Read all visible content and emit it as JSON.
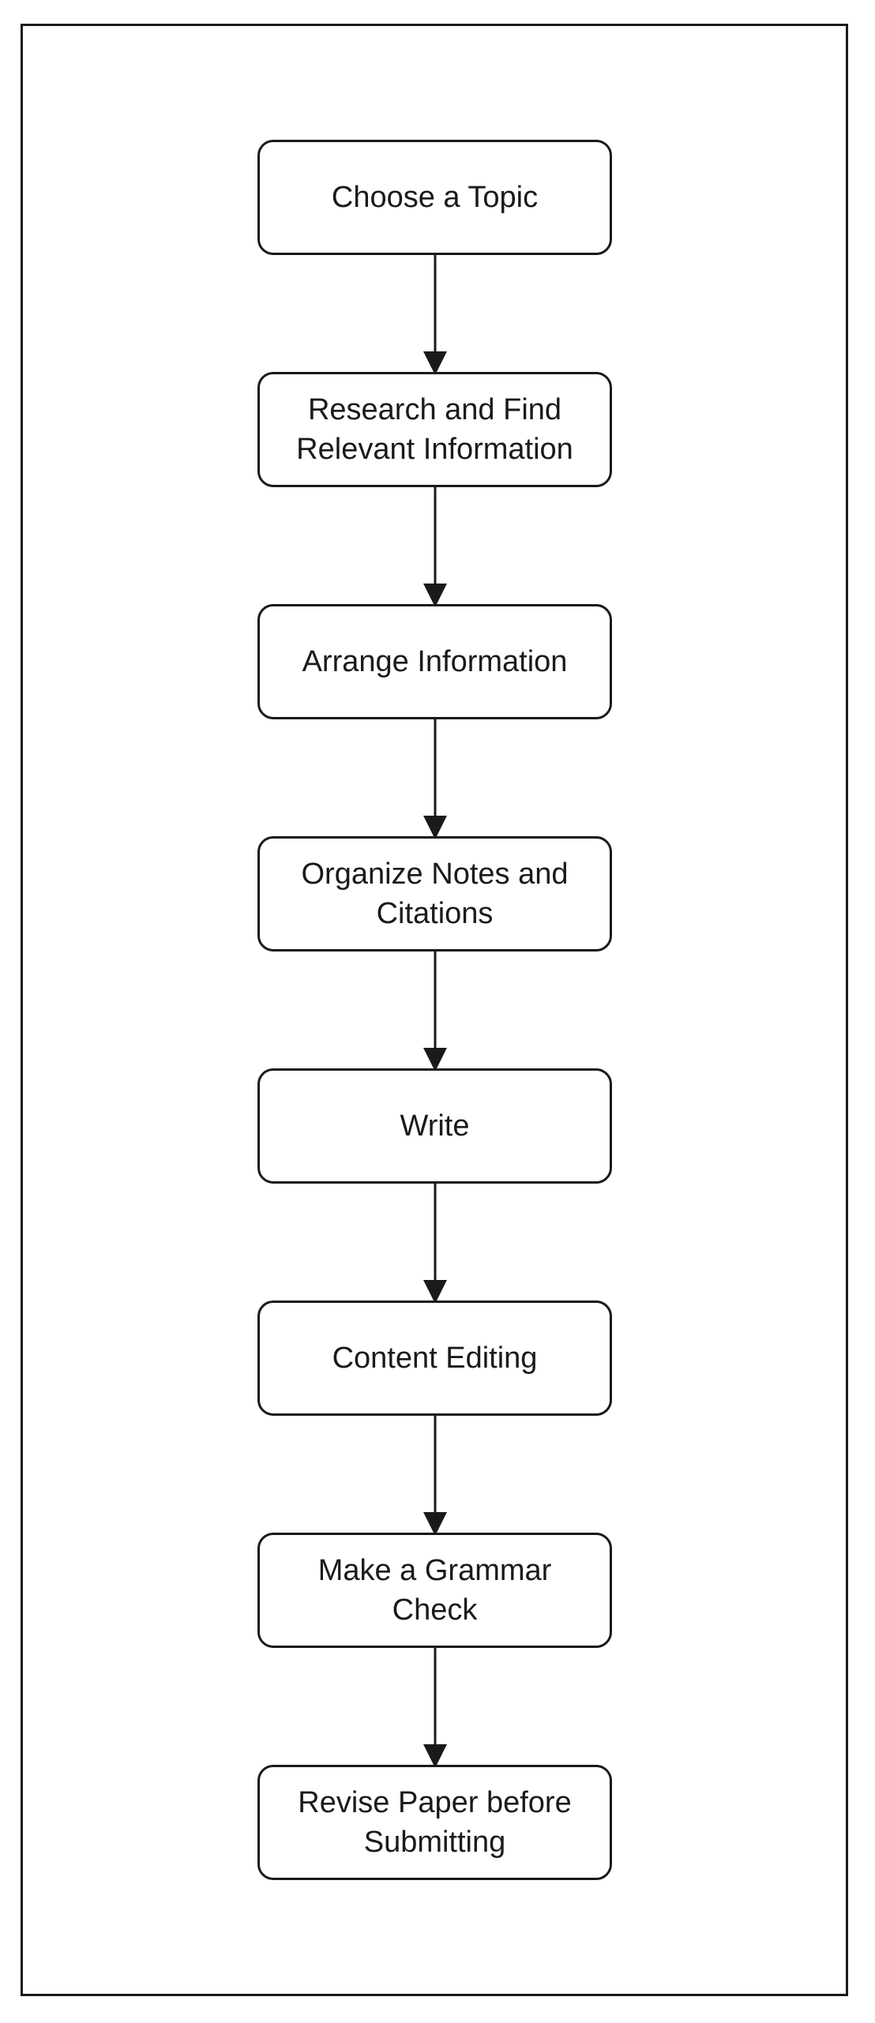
{
  "diagram": {
    "steps": [
      "Choose a Topic",
      "Research and Find\nRelevant Information",
      "Arrange Information",
      "Organize Notes and\nCitations",
      "Write",
      "Content Editing",
      "Make a Grammar\nCheck",
      "Revise Paper before\nSubmitting"
    ],
    "colors": {
      "stroke": "#1a1a1a",
      "background": "#ffffff"
    }
  }
}
